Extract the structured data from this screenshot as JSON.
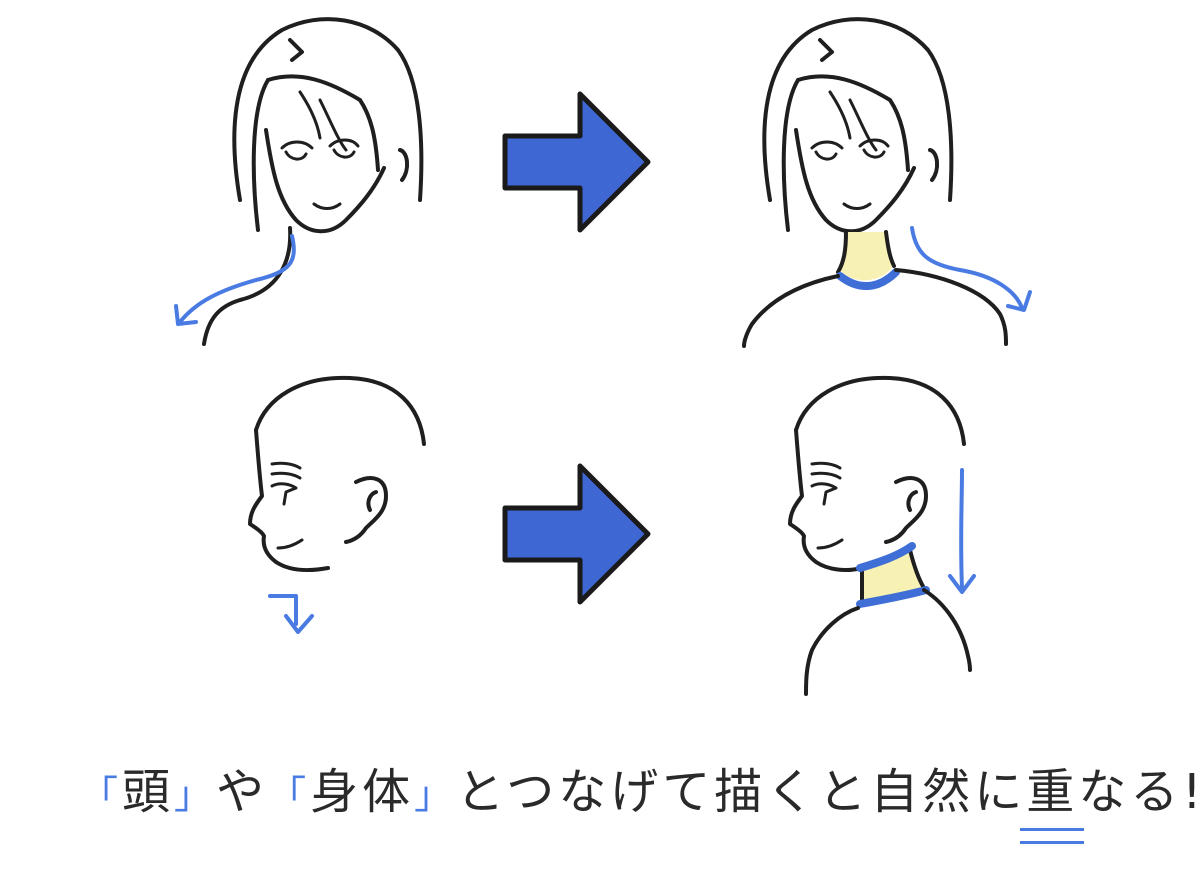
{
  "caption": {
    "bracket_open_1": "「",
    "word_head": "頭",
    "bracket_close_1": "」",
    "particle_ya": "や",
    "bracket_open_2": "「",
    "word_body": "身体",
    "bracket_close_2": "」",
    "middle": "とつなげて描くと自然に",
    "emphasis": "重",
    "ending": "なる!!"
  },
  "colors": {
    "ink": "#1f1f1f",
    "accent_blue": "#3f67d4",
    "guide_blue": "#4a7be3",
    "neck_highlight": "#f8f1b4",
    "background": "#ffffff"
  },
  "arrows": [
    "right-arrow",
    "right-arrow"
  ]
}
